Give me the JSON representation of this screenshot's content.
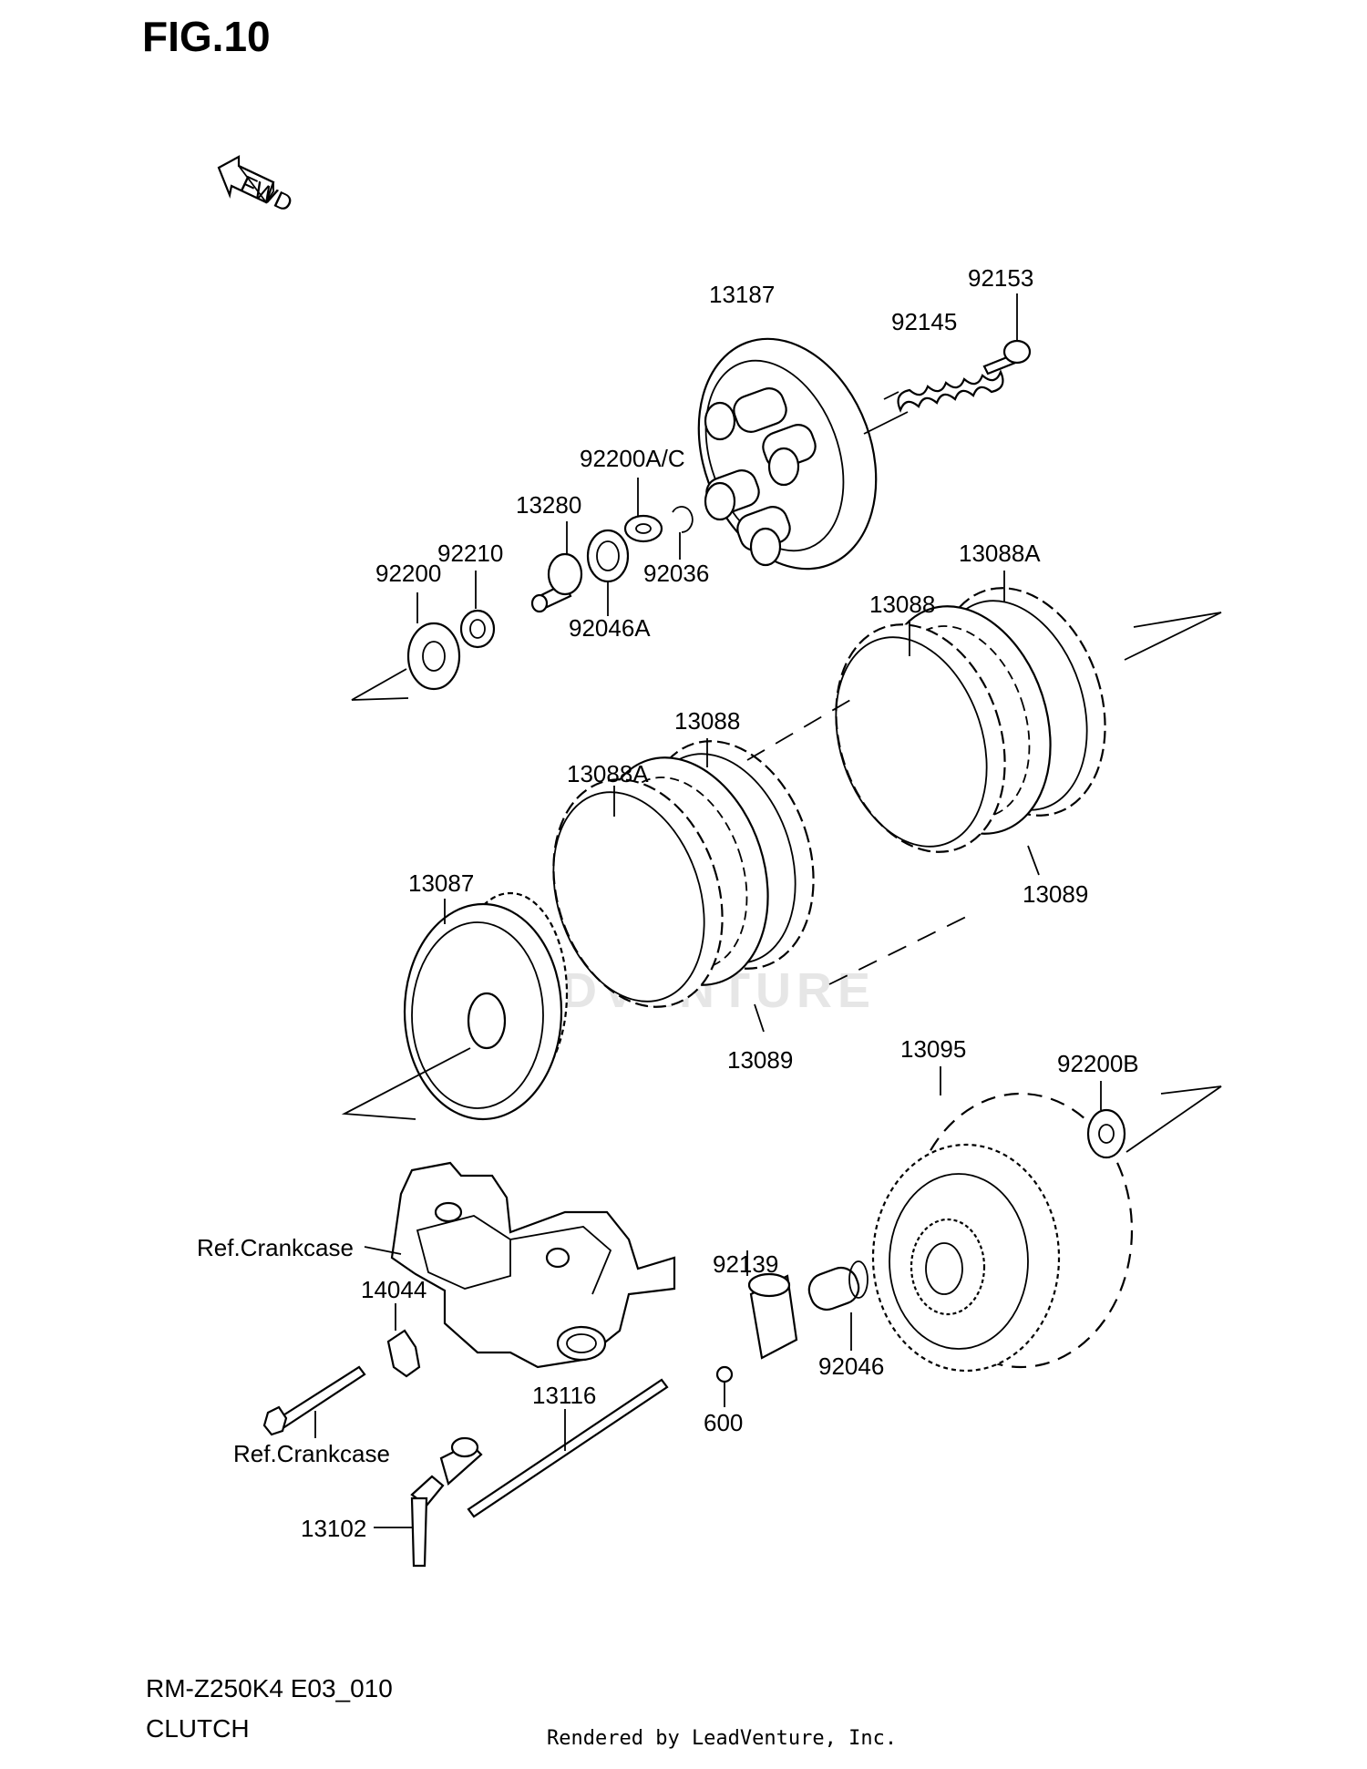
{
  "figure": {
    "title": "FIG.10",
    "fwd_label": "FWD"
  },
  "parts": [
    {
      "id": "13187",
      "label": "13187"
    },
    {
      "id": "92153",
      "label": "92153"
    },
    {
      "id": "92145",
      "label": "92145"
    },
    {
      "id": "92200AC",
      "label": "92200A/C"
    },
    {
      "id": "13280",
      "label": "13280"
    },
    {
      "id": "92210",
      "label": "92210"
    },
    {
      "id": "92200",
      "label": "92200"
    },
    {
      "id": "92036",
      "label": "92036"
    },
    {
      "id": "92046A",
      "label": "92046A"
    },
    {
      "id": "13088A_r",
      "label": "13088A"
    },
    {
      "id": "13088_r",
      "label": "13088"
    },
    {
      "id": "13088_l",
      "label": "13088"
    },
    {
      "id": "13088A_l",
      "label": "13088A"
    },
    {
      "id": "13089_r",
      "label": "13089"
    },
    {
      "id": "13087",
      "label": "13087"
    },
    {
      "id": "13089_l",
      "label": "13089"
    },
    {
      "id": "13095",
      "label": "13095"
    },
    {
      "id": "92200B",
      "label": "92200B"
    },
    {
      "id": "refcase1",
      "label": "Ref.Crankcase"
    },
    {
      "id": "14044",
      "label": "14044"
    },
    {
      "id": "92139",
      "label": "92139"
    },
    {
      "id": "92046",
      "label": "92046"
    },
    {
      "id": "13116",
      "label": "13116"
    },
    {
      "id": "600",
      "label": "600"
    },
    {
      "id": "refcase2",
      "label": "Ref.Crankcase"
    },
    {
      "id": "13102",
      "label": "13102"
    }
  ],
  "footer": {
    "model_code": "RM-Z250K4 E03_010",
    "section_name": "CLUTCH",
    "credit": "Rendered by LeadVenture, Inc."
  },
  "watermark": "LEADVENTURE"
}
